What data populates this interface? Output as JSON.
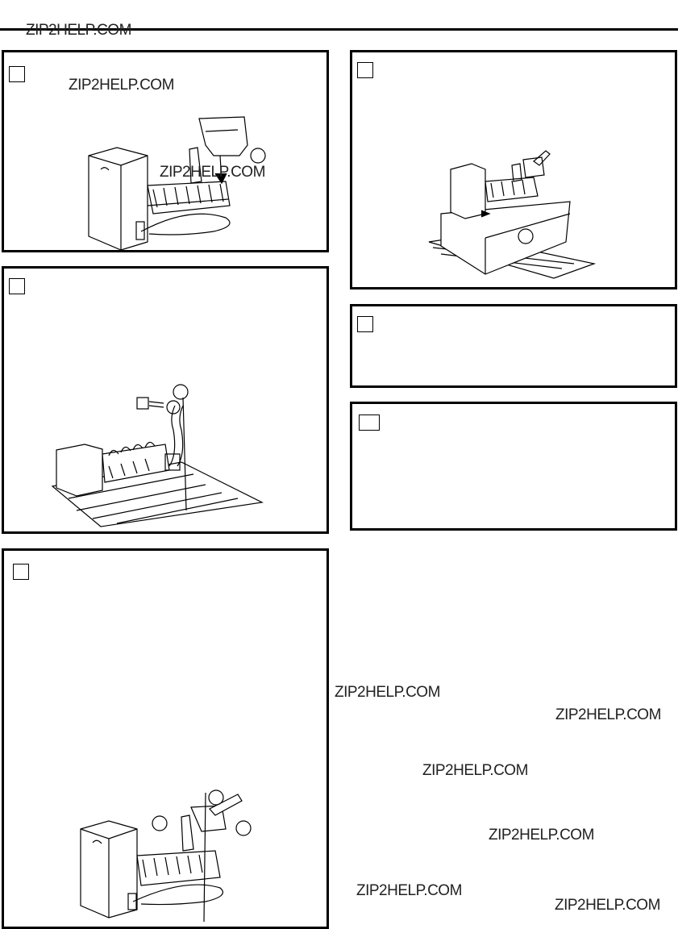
{
  "watermarks": {
    "top_left": "ZIP2HELP.COM",
    "panel1_a": "ZIP2HELP.COM",
    "panel1_b": "ZIP2HELP.COM",
    "right_1": "ZIP2HELP.COM",
    "right_2": "ZIP2HELP.COM",
    "right_3": "ZIP2HELP.COM",
    "right_4": "ZIP2HELP.COM",
    "right_5": "ZIP2HELP.COM",
    "right_6": "ZIP2HELP.COM"
  },
  "colors": {
    "ink": "#000000",
    "paper": "#ffffff"
  },
  "icons": [
    "step-checkbox-icon",
    "callout-circle-icon"
  ]
}
